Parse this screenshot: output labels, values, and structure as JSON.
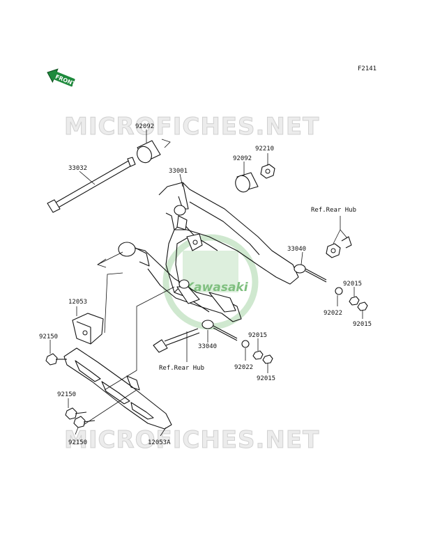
{
  "figure_code": "F2141",
  "front_badge": "FRONT",
  "watermark_text": "MICROFICHES.NET",
  "logo_text": "Kawasaki",
  "colors": {
    "badge_green": "#1e8a3c",
    "logo_green": "#cfe8cf",
    "watermark_fill": "#ececec"
  },
  "labels": {
    "p92092_top": "92092",
    "p33032": "33032",
    "p33001": "33001",
    "p92092_mid": "92092",
    "p92210": "92210",
    "ref_rear_hub_right": "Ref.Rear Hub",
    "p33040_right": "33040",
    "p92015_r1": "92015",
    "p92022_right": "92022",
    "p92015_r2": "92015",
    "p12053": "12053",
    "p92150_a": "92150",
    "p33040_low": "33040",
    "p92015_l1": "92015",
    "ref_rear_hub_low": "Ref.Rear Hub",
    "p92022_low": "92022",
    "p92015_l2": "92015",
    "p92150_b": "92150",
    "p92150_c": "92150",
    "p12053A": "12053A"
  }
}
